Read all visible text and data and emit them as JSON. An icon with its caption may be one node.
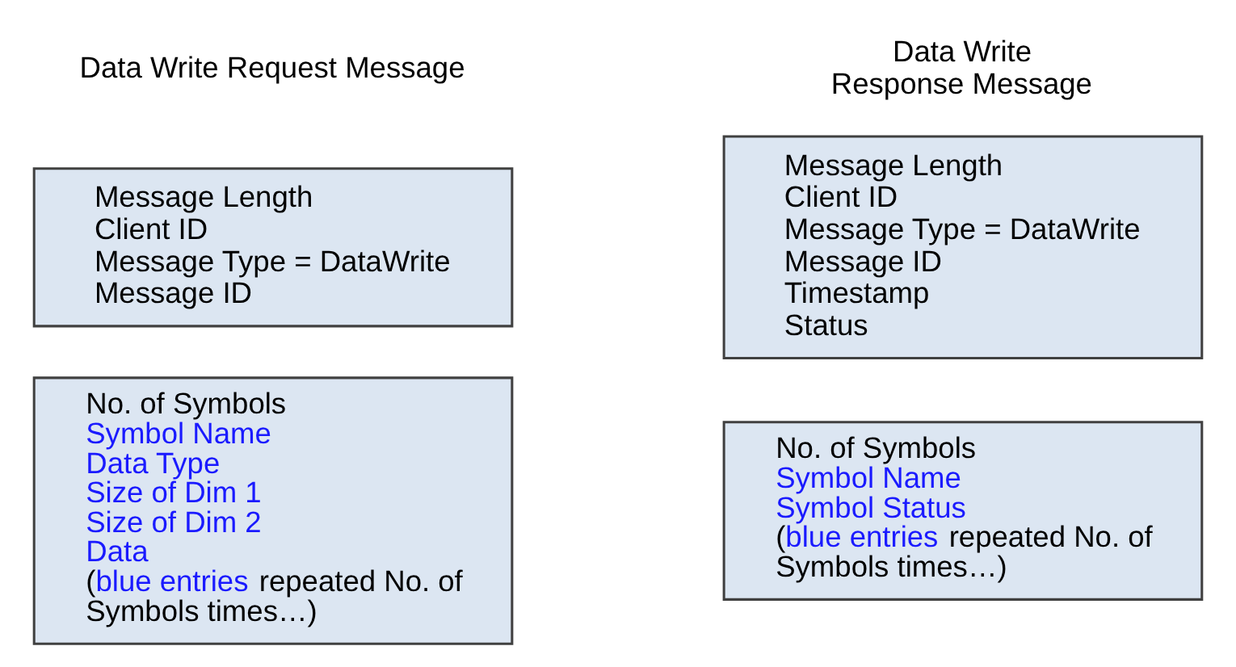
{
  "diagram": {
    "nodes": [
      {
        "text": [
          "Message Length",
          "Client ID",
          "Message Type = DataWrite",
          "Message ID"
        ]
      },
      {
        "text": [
          "No. of Symbols",
          "Symbol Name",
          "Data Type",
          "Size of Dim 1",
          "Size of Dim 2",
          "Data",
          "(blue entries repeated No. of Symbols times…)"
        ]
      },
      {
        "text": [
          "Message Length",
          "Client ID",
          "Message Type = DataWrite",
          "Message ID",
          "Timestamp",
          "Status"
        ]
      },
      {
        "text": [
          "No. of Symbols",
          "Symbol Name",
          "Symbol Status",
          "(blue entries repeated No. of Symbols times…)"
        ]
      }
    ],
    "edges": [],
    "labels": [
      "Data Write Request Message",
      "Data Write Response Message"
    ]
  }
}
